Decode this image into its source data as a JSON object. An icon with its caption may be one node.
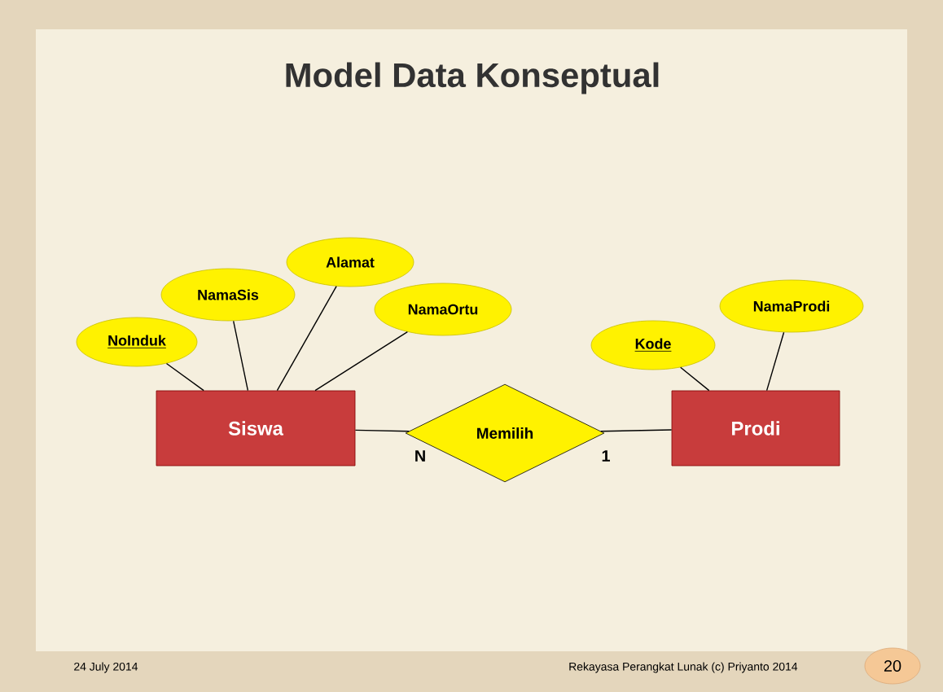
{
  "diagram": {
    "title": "Model Data Konseptual",
    "nodes": [
      {
        "text": [
          "Siswa"
        ]
      },
      {
        "text": [
          "Memilih"
        ]
      },
      {
        "text": [
          "Prodi"
        ]
      },
      {
        "text": [
          "NoInduk"
        ]
      },
      {
        "text": [
          "NamaSis"
        ]
      },
      {
        "text": [
          "Alamat"
        ]
      },
      {
        "text": [
          "NamaOrtu"
        ]
      },
      {
        "text": [
          "Kode"
        ]
      },
      {
        "text": [
          "NamaProdi"
        ]
      }
    ],
    "edges": [
      {
        "from": 0,
        "to": 1,
        "arrow": "none",
        "label": "N"
      },
      {
        "from": 1,
        "to": 2,
        "arrow": "none",
        "label": "1"
      },
      {
        "from": 3,
        "to": 0,
        "arrow": "none"
      },
      {
        "from": 4,
        "to": 0,
        "arrow": "none"
      },
      {
        "from": 5,
        "to": 0,
        "arrow": "none"
      },
      {
        "from": 6,
        "to": 0,
        "arrow": "none"
      },
      {
        "from": 7,
        "to": 2,
        "arrow": "none"
      },
      {
        "from": 8,
        "to": 2,
        "arrow": "none"
      }
    ],
    "labels": [
      "24 July 2014",
      "Rekayasa Perangkat Lunak (c) Priyanto 2014",
      "20"
    ]
  }
}
